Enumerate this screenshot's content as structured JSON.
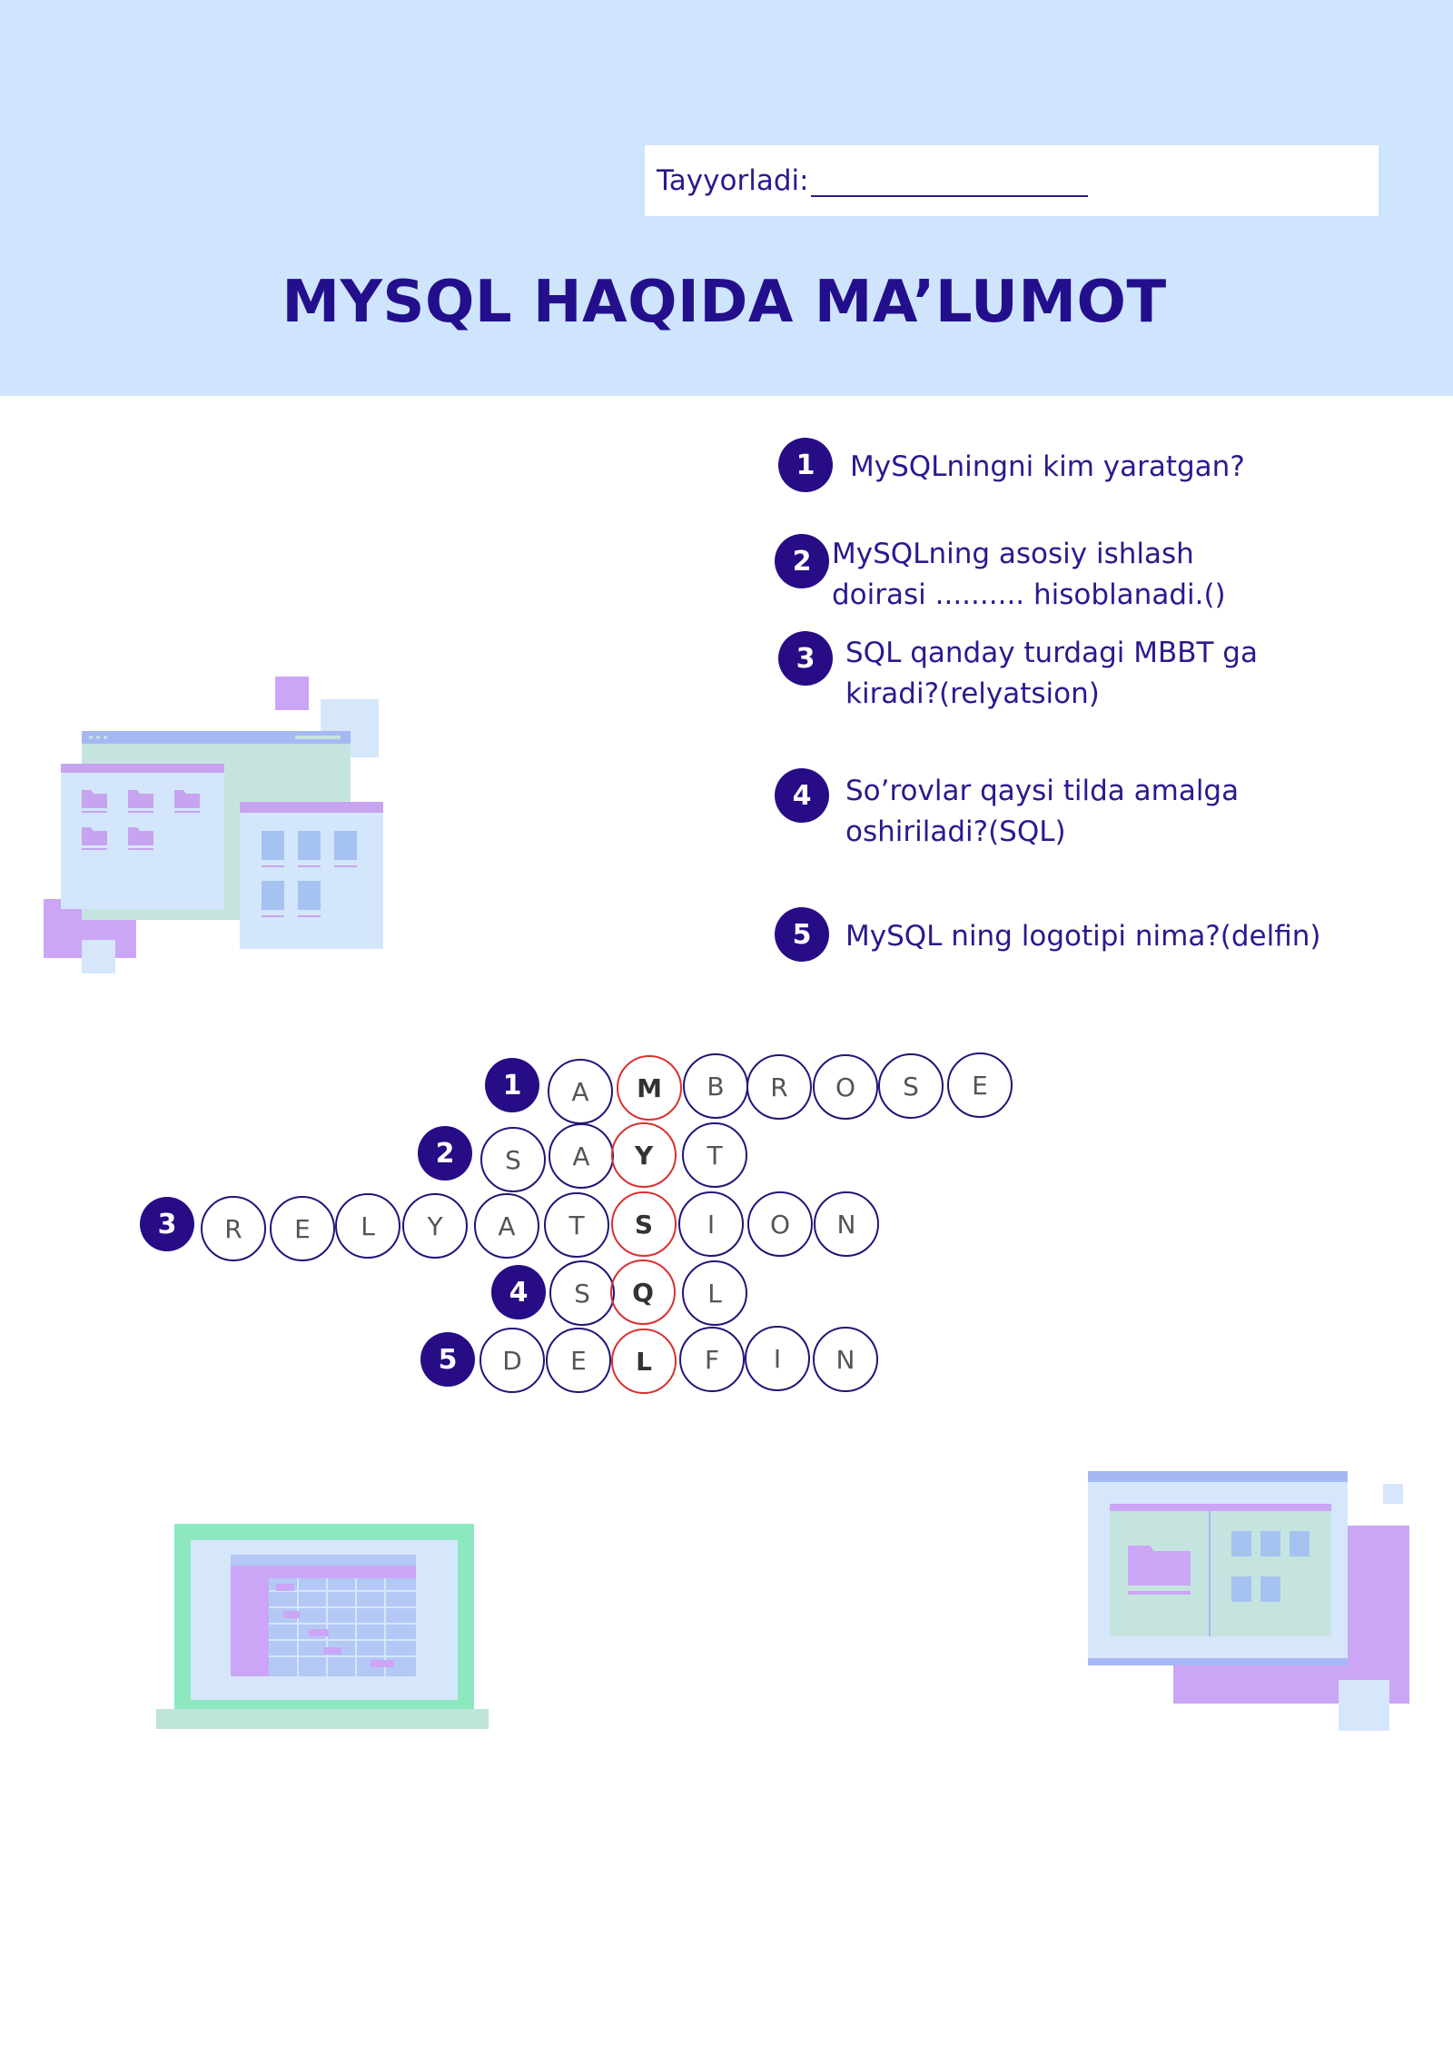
{
  "header": {
    "prepared_by_label": "Tayyorladi:",
    "title": "MYSQL HAQIDA MA’LUMOT"
  },
  "questions": [
    {
      "number": "1",
      "lines": [
        "MySQLningni kim yaratgan?"
      ]
    },
    {
      "number": "2",
      "lines": [
        "MySQLning asosiy ishlash",
        "doirasi .......... hisoblanadi.()"
      ]
    },
    {
      "number": "3",
      "lines": [
        "SQL qanday turdagi MBBT ga",
        "kiradi?(relyatsion)"
      ]
    },
    {
      "number": "4",
      "lines": [
        "So’rovlar qaysi tilda amalga",
        "oshiriladi?(SQL)"
      ]
    },
    {
      "number": "5",
      "lines": [
        "MySQL ning logotipi nima?(delfin)"
      ]
    }
  ],
  "crossword": {
    "rows": [
      {
        "number": "1",
        "letters": [
          "A",
          "M",
          "B",
          "R",
          "O",
          "S",
          "E"
        ]
      },
      {
        "number": "2",
        "letters": [
          "S",
          "A",
          "Y",
          "T"
        ]
      },
      {
        "number": "3",
        "letters": [
          "R",
          "E",
          "L",
          "Y",
          "A",
          "T",
          "S",
          "I",
          "O",
          "N"
        ]
      },
      {
        "number": "4",
        "letters": [
          "S",
          "Q",
          "L"
        ]
      },
      {
        "number": "5",
        "letters": [
          "D",
          "E",
          "L",
          "F",
          "I",
          "N"
        ]
      }
    ],
    "keyword_highlight_color": "#d8312f"
  },
  "colors": {
    "header_band": "#cfe4fd",
    "title": "#230f8c",
    "badge": "#270c86",
    "text": "#2a1a8f"
  },
  "illustrations": [
    "file-browser-windows-illustration",
    "laptop-calendar-illustration",
    "folder-documents-window-illustration"
  ]
}
